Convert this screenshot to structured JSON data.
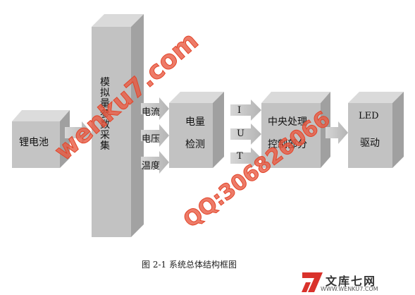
{
  "diagram": {
    "blocks": {
      "battery": "锂电池",
      "sampling": "模拟量参数采集",
      "measure": [
        "电量",
        "检测"
      ],
      "control": [
        "中央处理",
        "控制部分"
      ],
      "led": [
        "LED",
        "驱动"
      ]
    },
    "signals_in": [
      "电流",
      "电压",
      "温度"
    ],
    "signals_out": [
      "I",
      "U",
      "T"
    ],
    "caption": "图 2-1    系统总体结构框图"
  },
  "watermark": {
    "site": "wenku7.com",
    "qq": "QQ:306826066"
  },
  "logo": {
    "brand": "文库七网",
    "url": "WWW.WENKU7.COM"
  },
  "colors": {
    "block_face": "#c2c2c2",
    "block_side": "#9e9e9e",
    "block_top": "#dadada",
    "watermark": "#e2452a",
    "logo_red": "#d9322b"
  }
}
